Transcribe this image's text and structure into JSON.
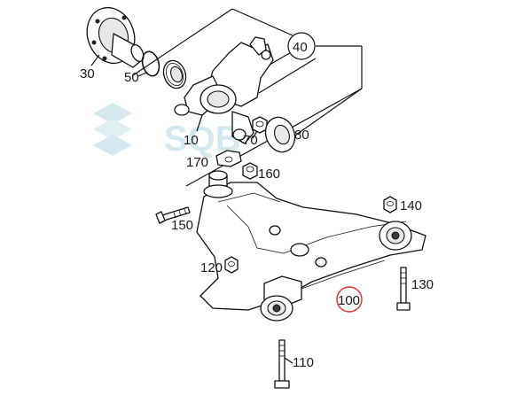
{
  "diagram": {
    "callouts": {
      "c10": "10",
      "c30": "30",
      "c40": "40",
      "c50": "50",
      "c70": "70",
      "c80": "80",
      "c100": "100",
      "c110": "110",
      "c120": "120",
      "c130": "130",
      "c140": "140",
      "c150": "150",
      "c160": "160",
      "c170": "170"
    },
    "watermark": "SQB",
    "highlight_color": "#e03030",
    "watermark_color": "#9fd0dc"
  }
}
